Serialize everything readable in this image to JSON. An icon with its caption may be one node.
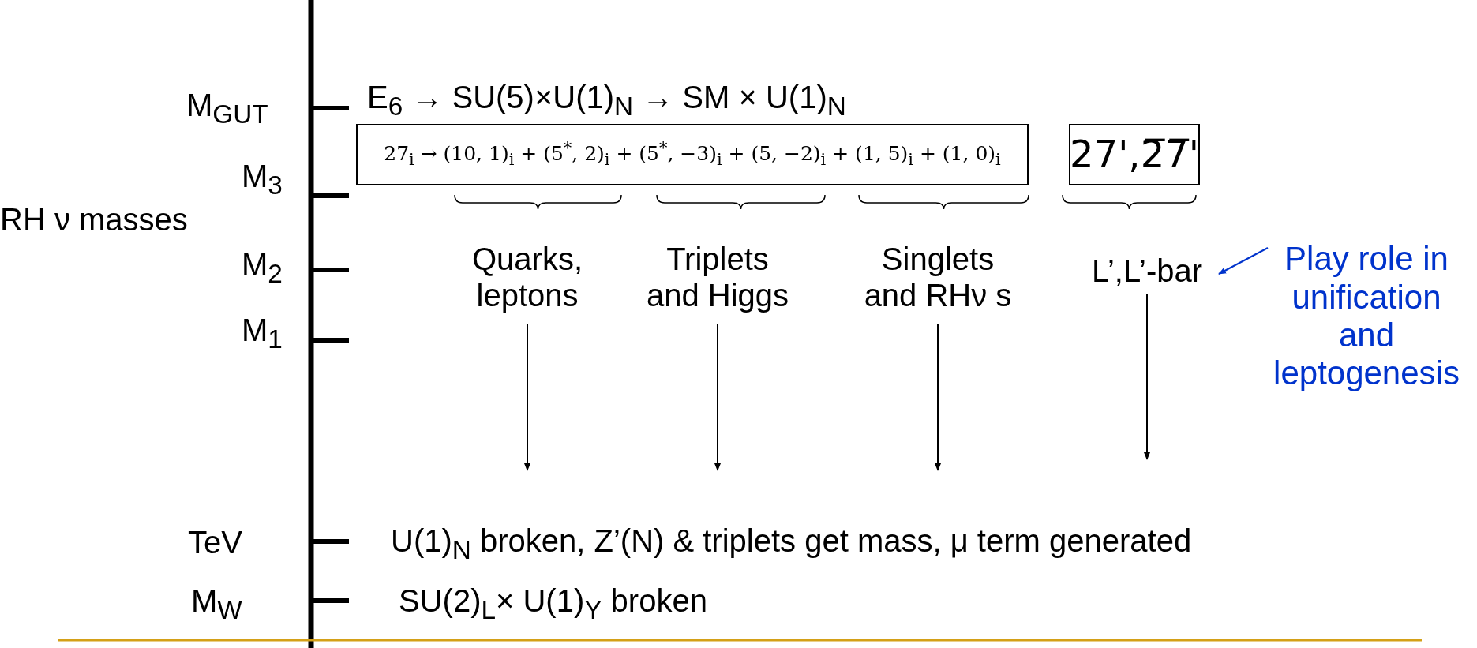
{
  "diagram": {
    "nodes": [
      {
        "text": [
          "27$_{i}$ → (10, 1)$_{i}$ + (5$^{*}$, 2)$_{i}$ + (5$^{*}$, −3)$_{i}$ + (5, −2)$_{i}$ + (1, 5)$_{i}$ + (1, 0)$_{i}$"
        ]
      },
      {
        "text": [
          "27',2̅7̅'"
        ]
      },
      {
        "text": [
          "Quarks, leptons"
        ]
      },
      {
        "text": [
          "Triplets and Higgs"
        ]
      },
      {
        "text": [
          "Singlets and RHν s"
        ]
      },
      {
        "text": [
          "L’,L’-bar"
        ]
      },
      {
        "text": [
          "Play role in unification and leptogenesis"
        ]
      },
      {
        "text": [
          "U(1)$_{N}$ broken, Z’(N) & triplets get mass, μ term generated"
        ]
      }
    ],
    "edges": [
      {
        "from": 2,
        "to": null,
        "arrow": "to"
      },
      {
        "from": 3,
        "to": null,
        "arrow": "to"
      },
      {
        "from": 4,
        "to": null,
        "arrow": "to"
      },
      {
        "from": 5,
        "to": null,
        "arrow": "to"
      },
      {
        "from": 6,
        "to": 5,
        "arrow": "to",
        "color": "#0033cc"
      }
    ],
    "labels": [
      "M$_{GUT}$",
      "E$_{6}$ → SU(5)×U(1)$_{N}$ → SM × U(1)$_{N}$",
      "RH ν masses",
      "M$_{3}$",
      "M$_{2}$",
      "M$_{1}$",
      "TeV",
      "M$_{W}$",
      "SU(2)$_{L}$× U(1)$_{Y}$ broken"
    ]
  }
}
